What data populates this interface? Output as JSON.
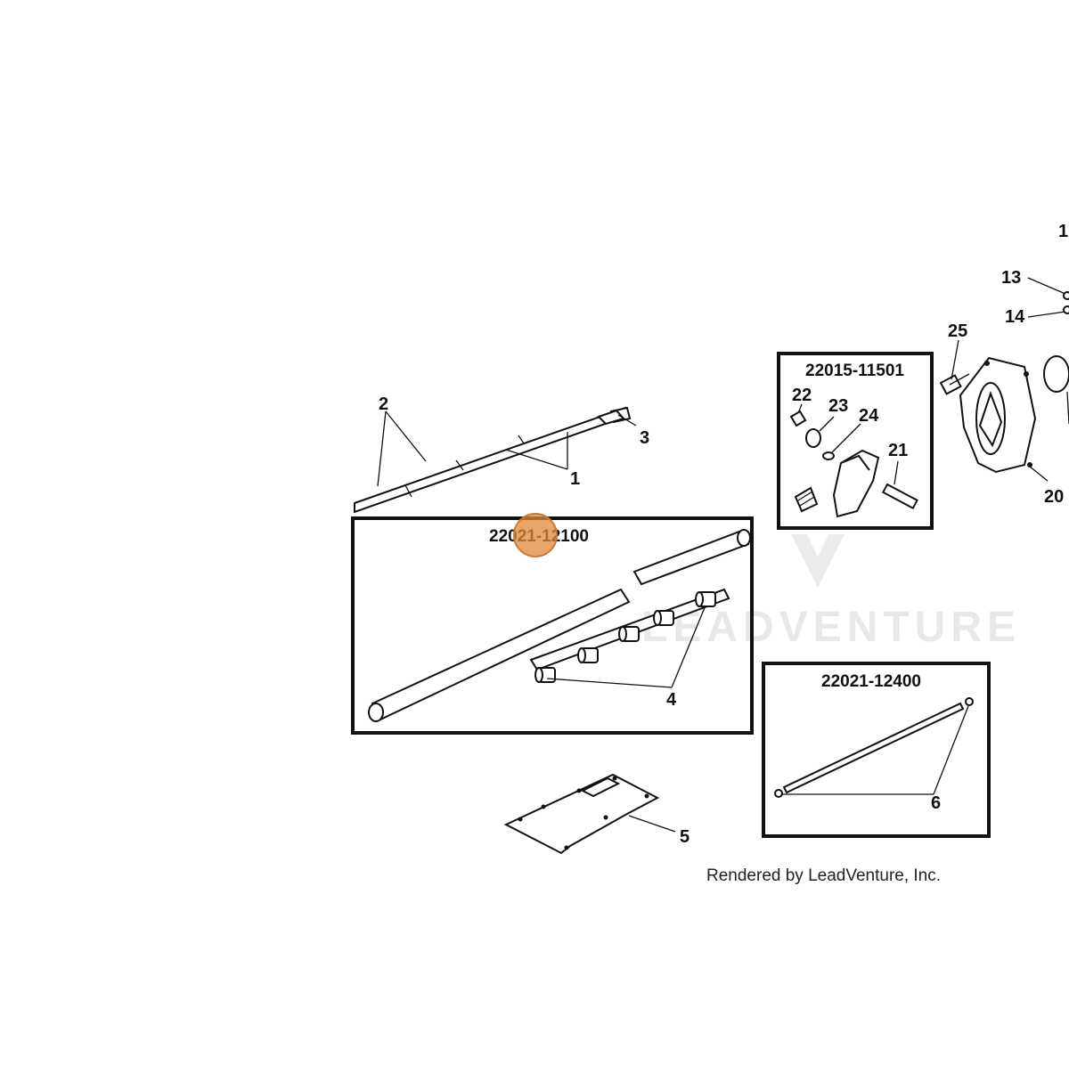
{
  "boxes": {
    "box_a": "22015-11501",
    "box_b": "22021-12100",
    "box_c": "22021-12400"
  },
  "callouts": {
    "c1": "1",
    "c2": "2",
    "c3": "3",
    "c4": "4",
    "c5": "5",
    "c6": "6",
    "c13": "13",
    "c14": "14",
    "c20": "20",
    "c21": "21",
    "c22": "22",
    "c23": "23",
    "c24": "24",
    "c25": "25",
    "c_top": "1"
  },
  "watermark": "LEADVENTURE",
  "footer": "Rendered by LeadVenture, Inc.",
  "colors": {
    "highlight": "#e0883a",
    "ink": "#111111"
  }
}
